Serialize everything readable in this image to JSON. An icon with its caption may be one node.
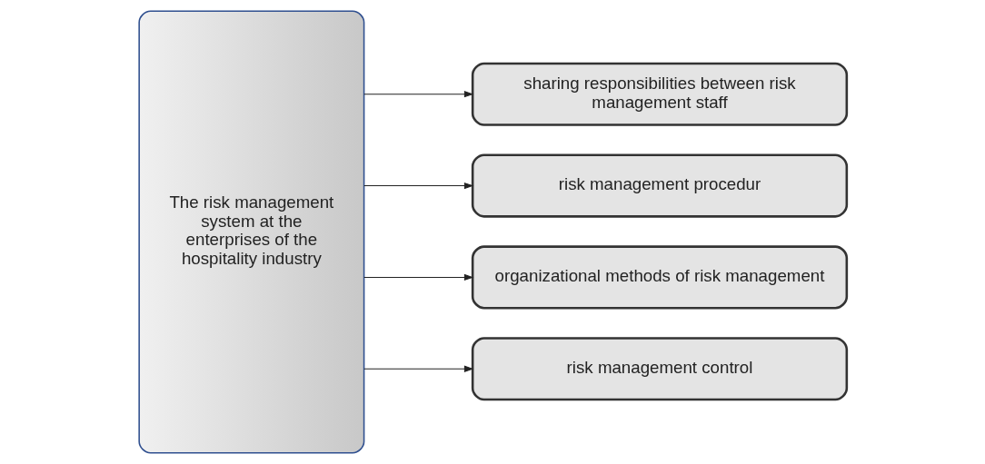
{
  "diagram": {
    "nodes": [
      {
        "text": [
          "The risk management system at the enterprises of the hospitality industry"
        ]
      },
      {
        "text": [
          "sharing responsibilities between risk management staff"
        ]
      },
      {
        "text": [
          "risk management procedur"
        ]
      },
      {
        "text": [
          "organizational methods of risk management"
        ]
      },
      {
        "text": [
          "risk management control"
        ]
      }
    ],
    "edges": [
      {
        "from": 0,
        "to": 1,
        "arrow": "to"
      },
      {
        "from": 0,
        "to": 2,
        "arrow": "to"
      },
      {
        "from": 0,
        "to": 3,
        "arrow": "to"
      },
      {
        "from": 0,
        "to": 4,
        "arrow": "to"
      }
    ]
  }
}
